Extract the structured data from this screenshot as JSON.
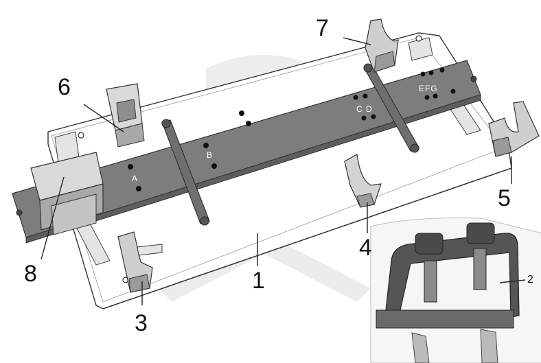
{
  "callouts": {
    "c1": "1",
    "c2": "2",
    "c3": "3",
    "c4": "4",
    "c5": "5",
    "c6": "6",
    "c7": "7",
    "c8": "8"
  },
  "hole_labels": {
    "a": "A",
    "b": "B",
    "cd": "C D",
    "efg": "EFG"
  },
  "colors": {
    "bar": "#7d7d7d",
    "bar_dark": "#5e5e5e",
    "block_light": "#d9d9d9",
    "block_mid": "#a9a9a9",
    "line": "#333333"
  }
}
